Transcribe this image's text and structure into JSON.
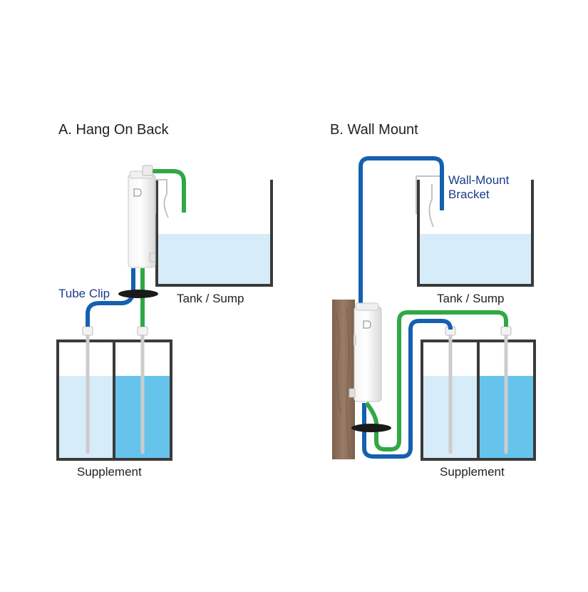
{
  "panel_a": {
    "title": "A. Hang On Back",
    "tube_clip_label": "Tube Clip",
    "tank_label": "Tank / Sump",
    "supplement_label": "Supplement"
  },
  "panel_b": {
    "title": "B. Wall Mount",
    "bracket_label_line1": "Wall-Mount",
    "bracket_label_line2": "Bracket",
    "tank_label": "Tank / Sump",
    "supplement_label": "Supplement"
  },
  "colors": {
    "tube_blue": "#1560b0",
    "tube_green": "#2fa845",
    "water_light": "#d6ecf8",
    "water_dark": "#66c4ec",
    "container_stroke": "#3a3a3a",
    "callout": "#1a3a8a",
    "wood": "#8b6e58"
  }
}
